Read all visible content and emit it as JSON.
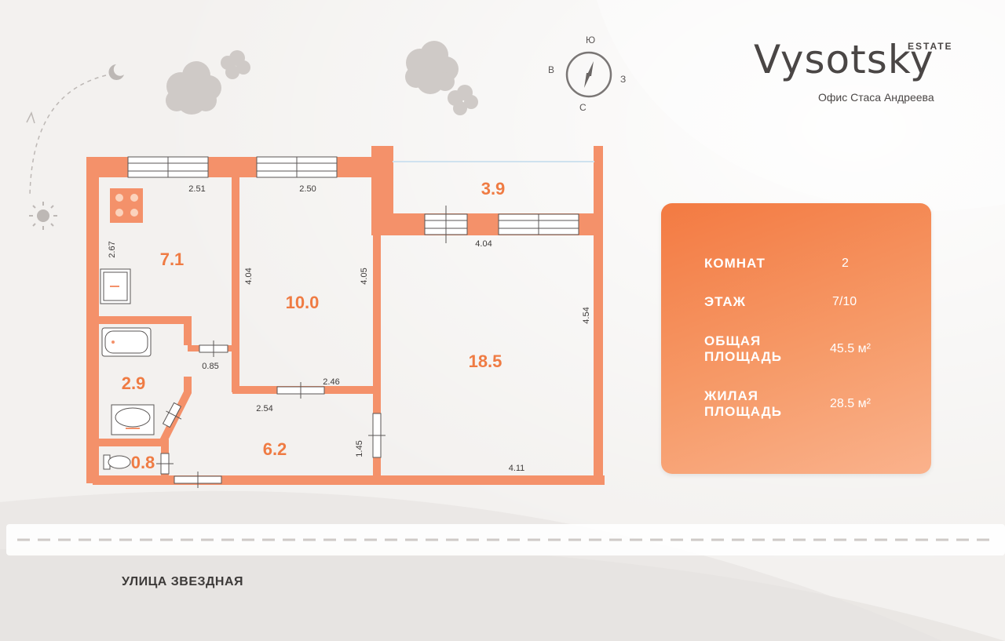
{
  "brand": {
    "name": "Vysotsky",
    "estate": "ESTATE",
    "subtitle": "Офис Стаса Андреева"
  },
  "compass": {
    "north": "Ю",
    "west": "В",
    "east": "З",
    "south": "С"
  },
  "info": {
    "rooms": {
      "label": "КОМНАТ",
      "value": "2"
    },
    "floor": {
      "label": "ЭТАЖ",
      "value": "7/10"
    },
    "total_area": {
      "label_line1": "ОБЩАЯ",
      "label_line2": "ПЛОЩАДЬ",
      "value": "45.5 м²"
    },
    "living_area": {
      "label_line1": "ЖИЛАЯ",
      "label_line2": "ПЛОЩАДЬ",
      "value": "28.5 м²"
    }
  },
  "street": "УЛИЦА ЗВЕЗДНАЯ",
  "rooms": {
    "kitchen": "7.1",
    "bedroom": "10.0",
    "balcony": "3.9",
    "living": "18.5",
    "bathroom": "2.9",
    "toilet": "0.8",
    "hall": "6.2"
  },
  "dimensions": {
    "kitchen_top": "2.51",
    "kitchen_side": "2.67",
    "bedroom_top": "2.50",
    "bedroom_left": "4.04",
    "bedroom_right": "4.05",
    "bedroom_bottom": "2.46",
    "living_top": "4.04",
    "living_right": "4.54",
    "living_bottom": "4.11",
    "hall_door": "0.85",
    "hall_top": "2.54",
    "hall_right": "1.45"
  },
  "colors": {
    "wall": "#f4916a",
    "accent": "#f37a42",
    "room_text": "#ef7b43",
    "cloud": "#cfcac7"
  }
}
